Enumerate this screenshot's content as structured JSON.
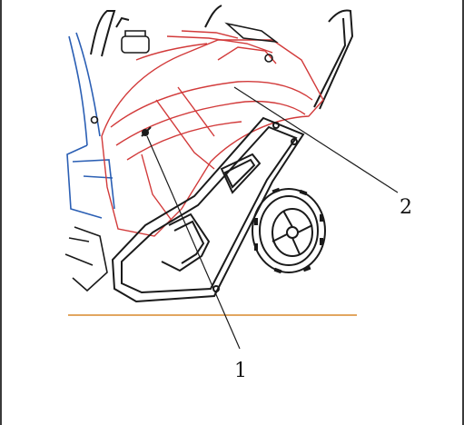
{
  "diagram": {
    "callouts": [
      {
        "id": "1",
        "label": "1"
      },
      {
        "id": "2",
        "label": "2"
      }
    ],
    "colors": {
      "highlight_red": "#d23a3a",
      "outline_black": "#1a1a1a",
      "accent_blue": "#2b5fb4",
      "ground_orange": "#d9892b"
    }
  }
}
